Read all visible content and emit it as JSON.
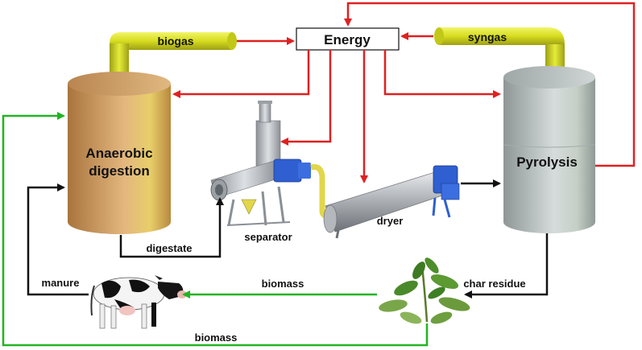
{
  "nodes": {
    "energy": "Energy",
    "anaerobic_line1": "Anaerobic",
    "anaerobic_line2": "digestion",
    "pyrolysis": "Pyrolysis",
    "separator": "separator",
    "dryer": "dryer"
  },
  "pipes": {
    "biogas": "biogas",
    "syngas": "syngas"
  },
  "flows": {
    "digestate": "digestate",
    "manure": "manure",
    "biomass_top": "biomass",
    "biomass_bottom": "biomass",
    "char_residue": "char residue"
  },
  "colors": {
    "energy_arrow": "#e02020",
    "biomass_arrow": "#22b422",
    "material_arrow": "#111111",
    "pipe": "#d6dc1e",
    "digester": "#c8955a",
    "pyrolysis": "#b4bcbc",
    "machine": "#2f5fd0"
  },
  "icons": {
    "cow": "cow-icon",
    "plant": "plant-icon",
    "separator": "separator-machine-icon",
    "dryer": "dryer-machine-icon"
  }
}
